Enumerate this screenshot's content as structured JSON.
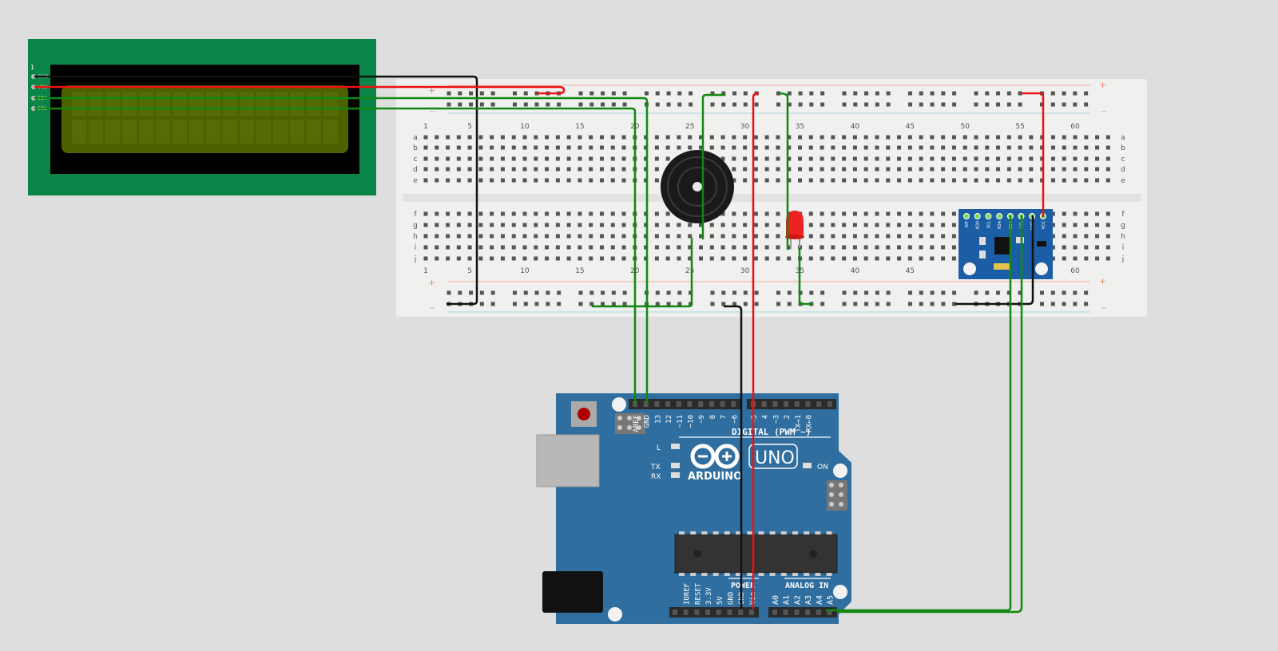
{
  "lcd": {
    "pin_index": "1",
    "pins": [
      "GND",
      "VCC",
      "SDA",
      "SCL"
    ]
  },
  "breadboard": {
    "column_numbers": [
      "1",
      "5",
      "10",
      "15",
      "20",
      "25",
      "30",
      "35",
      "40",
      "45",
      "50",
      "55",
      "60"
    ],
    "row_letters_top": [
      "a",
      "b",
      "c",
      "d",
      "e"
    ],
    "row_letters_bottom": [
      "f",
      "g",
      "h",
      "i",
      "j"
    ],
    "plus": "+",
    "minus": "−"
  },
  "sensor": {
    "pins": [
      "INT",
      "AD0",
      "XCL",
      "XDA",
      "SDA",
      "SCL",
      "GND",
      "VCC"
    ]
  },
  "arduino": {
    "logo": "ARDUINO",
    "model": "UNO",
    "digital_label": "DIGITAL (PWM ~)",
    "digital_pins": [
      "AREF",
      "GND",
      "13",
      "12",
      "~11",
      "~10",
      "~9",
      "8",
      "7",
      "~6",
      "~5",
      "4",
      "~3",
      "2",
      "TX→1",
      "RX←0"
    ],
    "led_l": "L",
    "led_tx": "TX",
    "led_rx": "RX",
    "led_on": "ON",
    "power_label": "POWER",
    "analog_label": "ANALOG IN",
    "power_pins": [
      "IOREF",
      "RESET",
      "3.3V",
      "5V",
      "GND",
      "GND",
      "Vin"
    ],
    "analog_pins": [
      "A0",
      "A1",
      "A2",
      "A3",
      "A4",
      "A5"
    ]
  },
  "colors": {
    "background": "#dedede",
    "lcd_board": "#0a8447",
    "lcd_screen": "#4c6100",
    "breadboard": "#f0f0ef",
    "arduino_board": "#2f6e9e",
    "sensor_board": "#1c5ea6",
    "wire_red": "#ee1111",
    "wire_black": "#111111",
    "wire_green": "#118811",
    "led_red": "#ee2222"
  }
}
